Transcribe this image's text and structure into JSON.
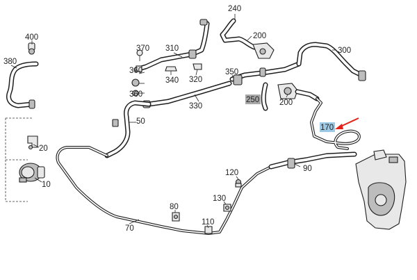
{
  "diagram": {
    "callouts": [
      {
        "id": "c400",
        "text": "400"
      },
      {
        "id": "c380",
        "text": "380"
      },
      {
        "id": "c20",
        "text": "20"
      },
      {
        "id": "c10",
        "text": "10"
      },
      {
        "id": "c370",
        "text": "370"
      },
      {
        "id": "c310",
        "text": "310"
      },
      {
        "id": "c360a",
        "text": "360"
      },
      {
        "id": "c340",
        "text": "340"
      },
      {
        "id": "c320",
        "text": "320"
      },
      {
        "id": "c360b",
        "text": "360"
      },
      {
        "id": "c330",
        "text": "330"
      },
      {
        "id": "c240",
        "text": "240"
      },
      {
        "id": "c200a",
        "text": "200"
      },
      {
        "id": "c350",
        "text": "350"
      },
      {
        "id": "c250",
        "text": "250"
      },
      {
        "id": "c200b",
        "text": "200"
      },
      {
        "id": "c300",
        "text": "300"
      },
      {
        "id": "c170",
        "text": "170"
      },
      {
        "id": "c50",
        "text": "50"
      },
      {
        "id": "c120",
        "text": "120"
      },
      {
        "id": "c90",
        "text": "90"
      },
      {
        "id": "c130",
        "text": "130"
      },
      {
        "id": "c80",
        "text": "80"
      },
      {
        "id": "c110",
        "text": "110"
      },
      {
        "id": "c70",
        "text": "70"
      }
    ],
    "highlights": {
      "selected_part": "170",
      "selected_color": "#9cc9e6",
      "secondary_part": "250",
      "secondary_color": "#a9a9a9",
      "pointer_color": "#e2231a"
    }
  }
}
